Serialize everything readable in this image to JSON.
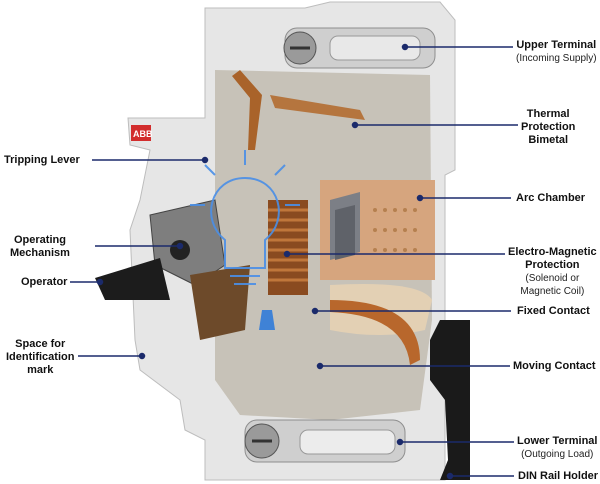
{
  "brand": "ABB",
  "labels_left": {
    "tripping_lever": "Tripping Lever",
    "operating_mechanism_1": "Operating",
    "operating_mechanism_2": "Mechanism",
    "operator": "Operator",
    "space_1": "Space for",
    "space_2": "Identification",
    "space_3": "mark"
  },
  "labels_right": {
    "upper_terminal": "Upper Terminal",
    "upper_terminal_sub": "(Incoming Supply)",
    "thermal_1": "Thermal",
    "thermal_2": "Protection",
    "thermal_3": "Bimetal",
    "arc_chamber": "Arc Chamber",
    "em_1": "Electro-Magnetic",
    "em_2": "Protection",
    "em_3": "(Solenoid  or",
    "em_4": "Magnetic Coil)",
    "fixed_contact": "Fixed Contact",
    "moving_contact": "Moving Contact",
    "lower_terminal": "Lower Terminal",
    "lower_terminal_sub": "(Outgoing Load)",
    "din_rail": "DIN Rail Holder"
  },
  "colors": {
    "leader": "#1b2a6b",
    "housing": "#e9e9e9",
    "copper": "#b06a2c",
    "arc": "#d9a882",
    "blue_glow": "#3b7bd8",
    "din_rail": "#1a1a1a"
  }
}
